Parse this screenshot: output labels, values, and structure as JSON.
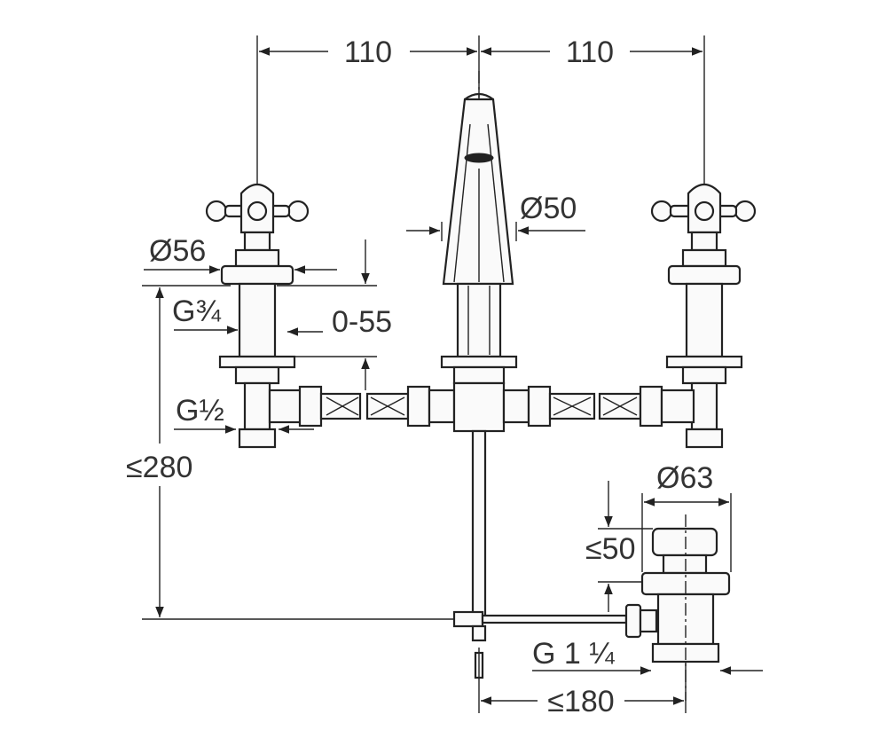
{
  "dimensions": {
    "left_spacing": "110",
    "right_spacing": "110",
    "spout_diameter": "Ø50",
    "handle_diameter": "Ø56",
    "handle_thread": "G¾",
    "adjust_range": "0-55",
    "connection_thread": "G½",
    "max_height": "≤280",
    "waste_diameter": "Ø63",
    "waste_height": "≤50",
    "waste_thread": "G 1 ¼",
    "waste_reach": "≤180"
  },
  "colors": {
    "line": "#222222",
    "text": "#333333",
    "background": "#ffffff"
  }
}
